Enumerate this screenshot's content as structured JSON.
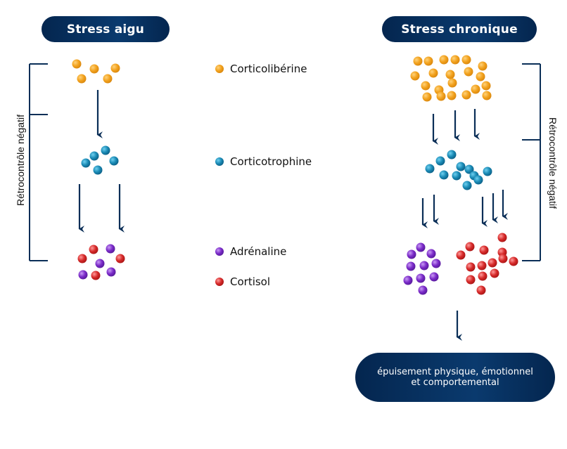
{
  "titles": {
    "acute": "Stress aigu",
    "chronic": "Stress chronique"
  },
  "legend": [
    {
      "label": "Corticolibérine",
      "color": "orange"
    },
    {
      "label": "Corticotrophine",
      "color": "teal"
    },
    {
      "label": "Adrénaline",
      "color": "purple"
    },
    {
      "label": "Cortisol",
      "color": "red"
    }
  ],
  "feedback_label_left": "Rétrocontrôle négatif",
  "feedback_label_right": "Rétrocontrôle négatif",
  "outcome": {
    "line1": "épuisement physique, émotionnel",
    "line2": "et comportemental"
  },
  "colors": {
    "navy": "#0a2e57",
    "orange": "#f0a020",
    "teal": "#1a86b0",
    "purple": "#7a2ac8",
    "red": "#d52a2a"
  },
  "molecule_counts": {
    "acute": {
      "corticoliberine": 5,
      "corticotrophine": 5,
      "adrenaline": 4,
      "cortisol": 4
    },
    "chronic": {
      "corticoliberine": 22,
      "corticotrophine": 12,
      "adrenaline": 11,
      "cortisol": 17
    }
  }
}
